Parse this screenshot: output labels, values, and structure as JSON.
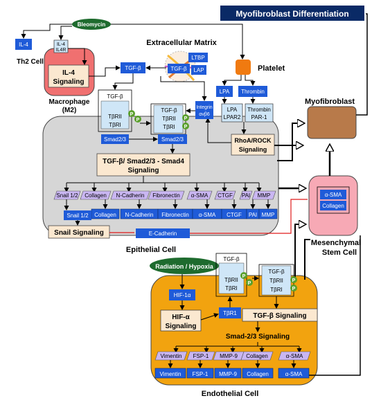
{
  "title": "Myofibroblast Differentiation",
  "colors": {
    "blue_box": "#1f5bd8",
    "dark_blue": "#0a2a66",
    "green_oval": "#1e6b2e",
    "orange_bg": "#f2a30f",
    "macrophage_red": "#f07070",
    "epithelial_gray": "#d6d6d6",
    "stem_pink": "#f7a9b5",
    "myofibroblast_brown": "#b87a4a",
    "purple_para": "#c9b6f2",
    "light_blue_receptor": "#cfe6f7",
    "orange_small": "#f07a10",
    "red_line": "#e01b1b",
    "signal_box": "#fbe8d0"
  },
  "top_left": {
    "il4": "IL-4",
    "th2": "Th2 Cell",
    "bleomycin": "Bleomycin",
    "receptor_il4": "IL-4",
    "receptor_il4r": "IL4R",
    "il4_signaling_line1": "IL-4",
    "il4_signaling_line2": "Signaling",
    "macrophage_line1": "Macrophage",
    "macrophage_line2": "(M2)",
    "tgfb_free": "TGF-β"
  },
  "ecm": {
    "title": "Extracellular Matrix",
    "ltbp": "LTBP",
    "tgfb": "TGF-β",
    "lap": "LAP"
  },
  "platelet": {
    "label": "Platelet",
    "lpa": "LPA",
    "thrombin": "Thrombin",
    "lpa_receptor_top": "LPA",
    "lpa_receptor_bottom": "LPAR2",
    "thrombin_receptor_top": "Thrombin",
    "thrombin_receptor_bottom": "PAR-1",
    "rhoa_line1": "RhoA/ROCK",
    "rhoa_line2": "Signaling"
  },
  "epithelial": {
    "label": "Epithelial Cell",
    "receptor1": {
      "ligand": "TGF-β",
      "r2": "TβRII",
      "r1": "TβRI"
    },
    "receptor2": {
      "ligand": "TGF-β",
      "r2": "TβRII",
      "r1": "TβRI"
    },
    "smad1": "Smad2/3",
    "smad2": "Smad2/3",
    "integrin_line1": "Integrin",
    "integrin_line2": "αvβ6",
    "pathway_line1": "TGF-β/ Smad2/3 - Smad4",
    "pathway_line2": "Signaling",
    "genes": [
      "Snail 1/2",
      "Collagen",
      "N-Cadherin",
      "Fibronectin",
      "α-SMA",
      "CTGF",
      "PAI",
      "MMP"
    ],
    "proteins": [
      "Collagen",
      "N-Cadherin",
      "Fibronectin",
      "α-SMA",
      "CTGF",
      "PAI",
      "MMP"
    ],
    "snail_protein": "Snail 1/2",
    "snail_signaling": "Snail Signaling",
    "ecadherin": "E-Cadherin",
    "phospho": "P"
  },
  "myofibroblast": {
    "label": "Myofibroblast"
  },
  "stem_cell": {
    "label_line1": "Mesenchymal",
    "label_line2": "Stem Cell",
    "asma": "α-SMA",
    "collagen": "Collagen"
  },
  "endothelial": {
    "label": "Endothelial Cell",
    "radiation": "Radiation / Hypoxia",
    "hif": "HIF-1α",
    "hif_signaling_line1": "HIF-α",
    "hif_signaling_line2": "Signaling",
    "tbr1": "TβR1",
    "receptor1": {
      "ligand": "TGF-β",
      "r2": "TβRII",
      "r1": "TβRI"
    },
    "receptor2": {
      "ligand": "TGF-β",
      "r2": "TβRII",
      "r1": "TβRI"
    },
    "tgfb_signaling": "TGF-β  Signaling",
    "smad_signaling": "Smad-2/3  Signaling",
    "genes": [
      "Vimentin",
      "FSP-1",
      "MMP-9",
      "Collagen",
      "α-SMA"
    ],
    "proteins": [
      "Vimentin",
      "FSP-1",
      "MMP-9",
      "Collagen",
      "α-SMA"
    ]
  }
}
